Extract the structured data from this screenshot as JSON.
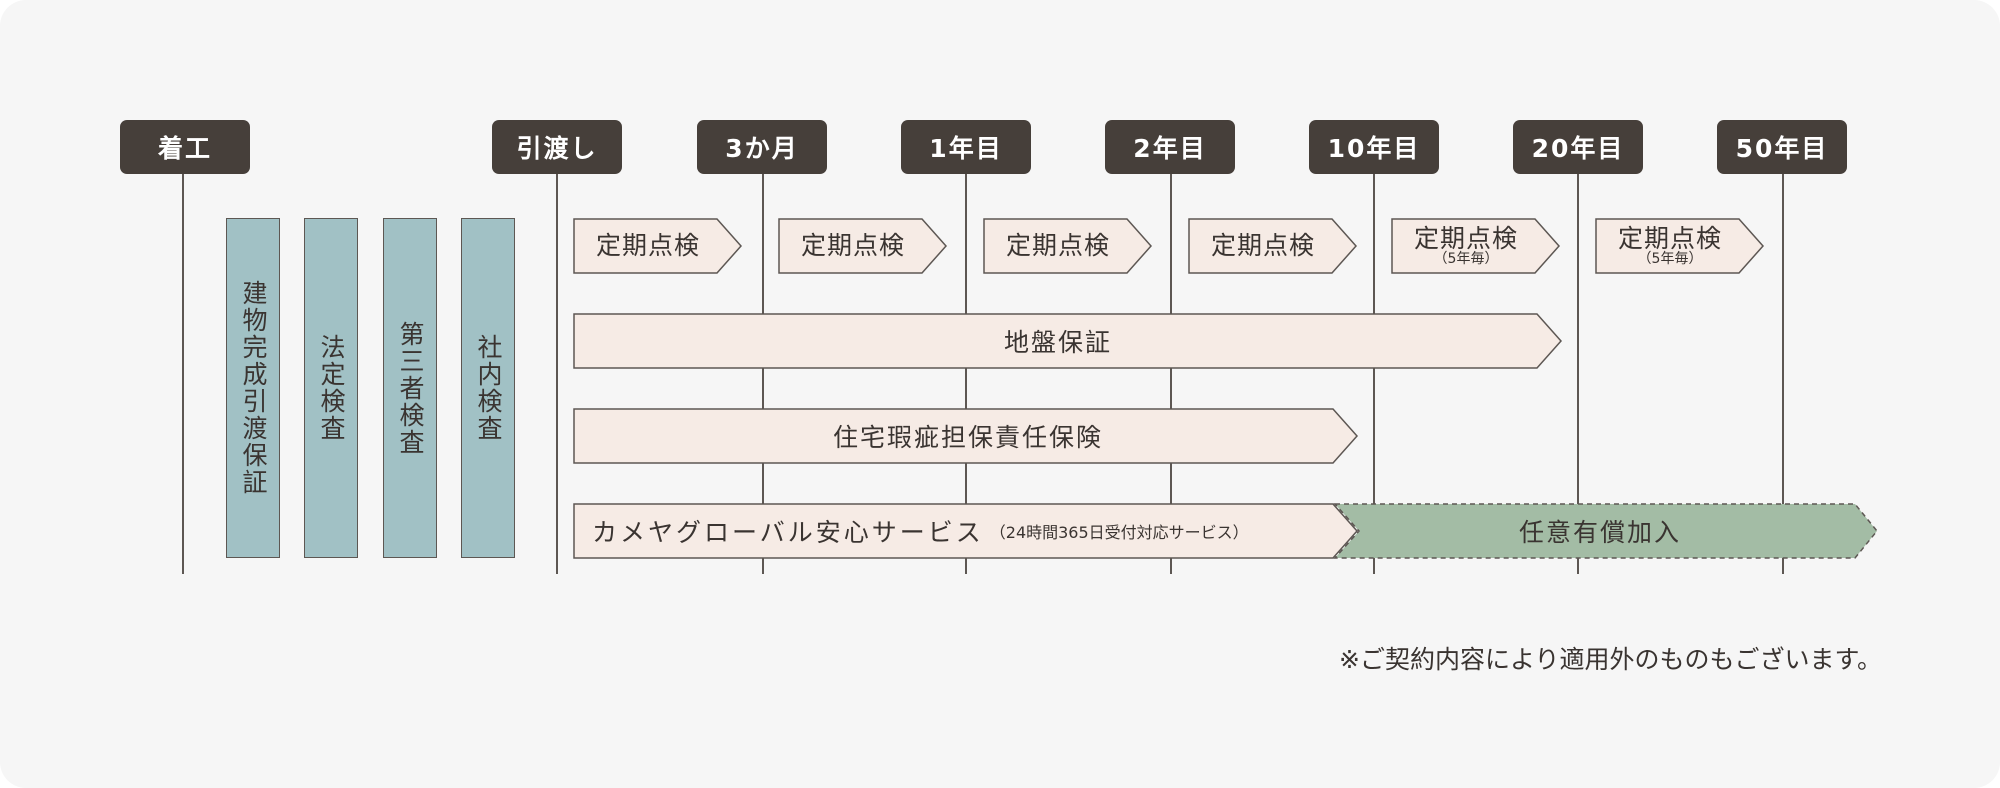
{
  "milestones": [
    "着工",
    "引渡し",
    "3か月",
    "1年目",
    "2年目",
    "10年目",
    "20年目",
    "50年目"
  ],
  "pre_handover_checks": [
    "建物完成引渡保証",
    "法定検査",
    "第三者検査",
    "社内検査"
  ],
  "inspections": [
    {
      "title": "定期点検",
      "sub": ""
    },
    {
      "title": "定期点検",
      "sub": ""
    },
    {
      "title": "定期点検",
      "sub": ""
    },
    {
      "title": "定期点検",
      "sub": ""
    },
    {
      "title": "定期点検",
      "sub": "（5年毎）"
    },
    {
      "title": "定期点検",
      "sub": "（5年毎）"
    }
  ],
  "bands": {
    "ground": "地盤保証",
    "defect": "住宅瑕疵担保責任保険",
    "service_main": "カメヤグローバル安心サービス",
    "service_sub": "（24時間365日受付対応サービス）",
    "optional": "任意有償加入"
  },
  "note": "※ご契約内容により適用外のものもございます。",
  "colors": {
    "header_bg": "#463f3a",
    "teal_bar": "#a1c1c5",
    "cream_arrow": "#f6ebe5",
    "green_arrow": "#a3bca5",
    "panel_bg": "#f6f6f6"
  }
}
